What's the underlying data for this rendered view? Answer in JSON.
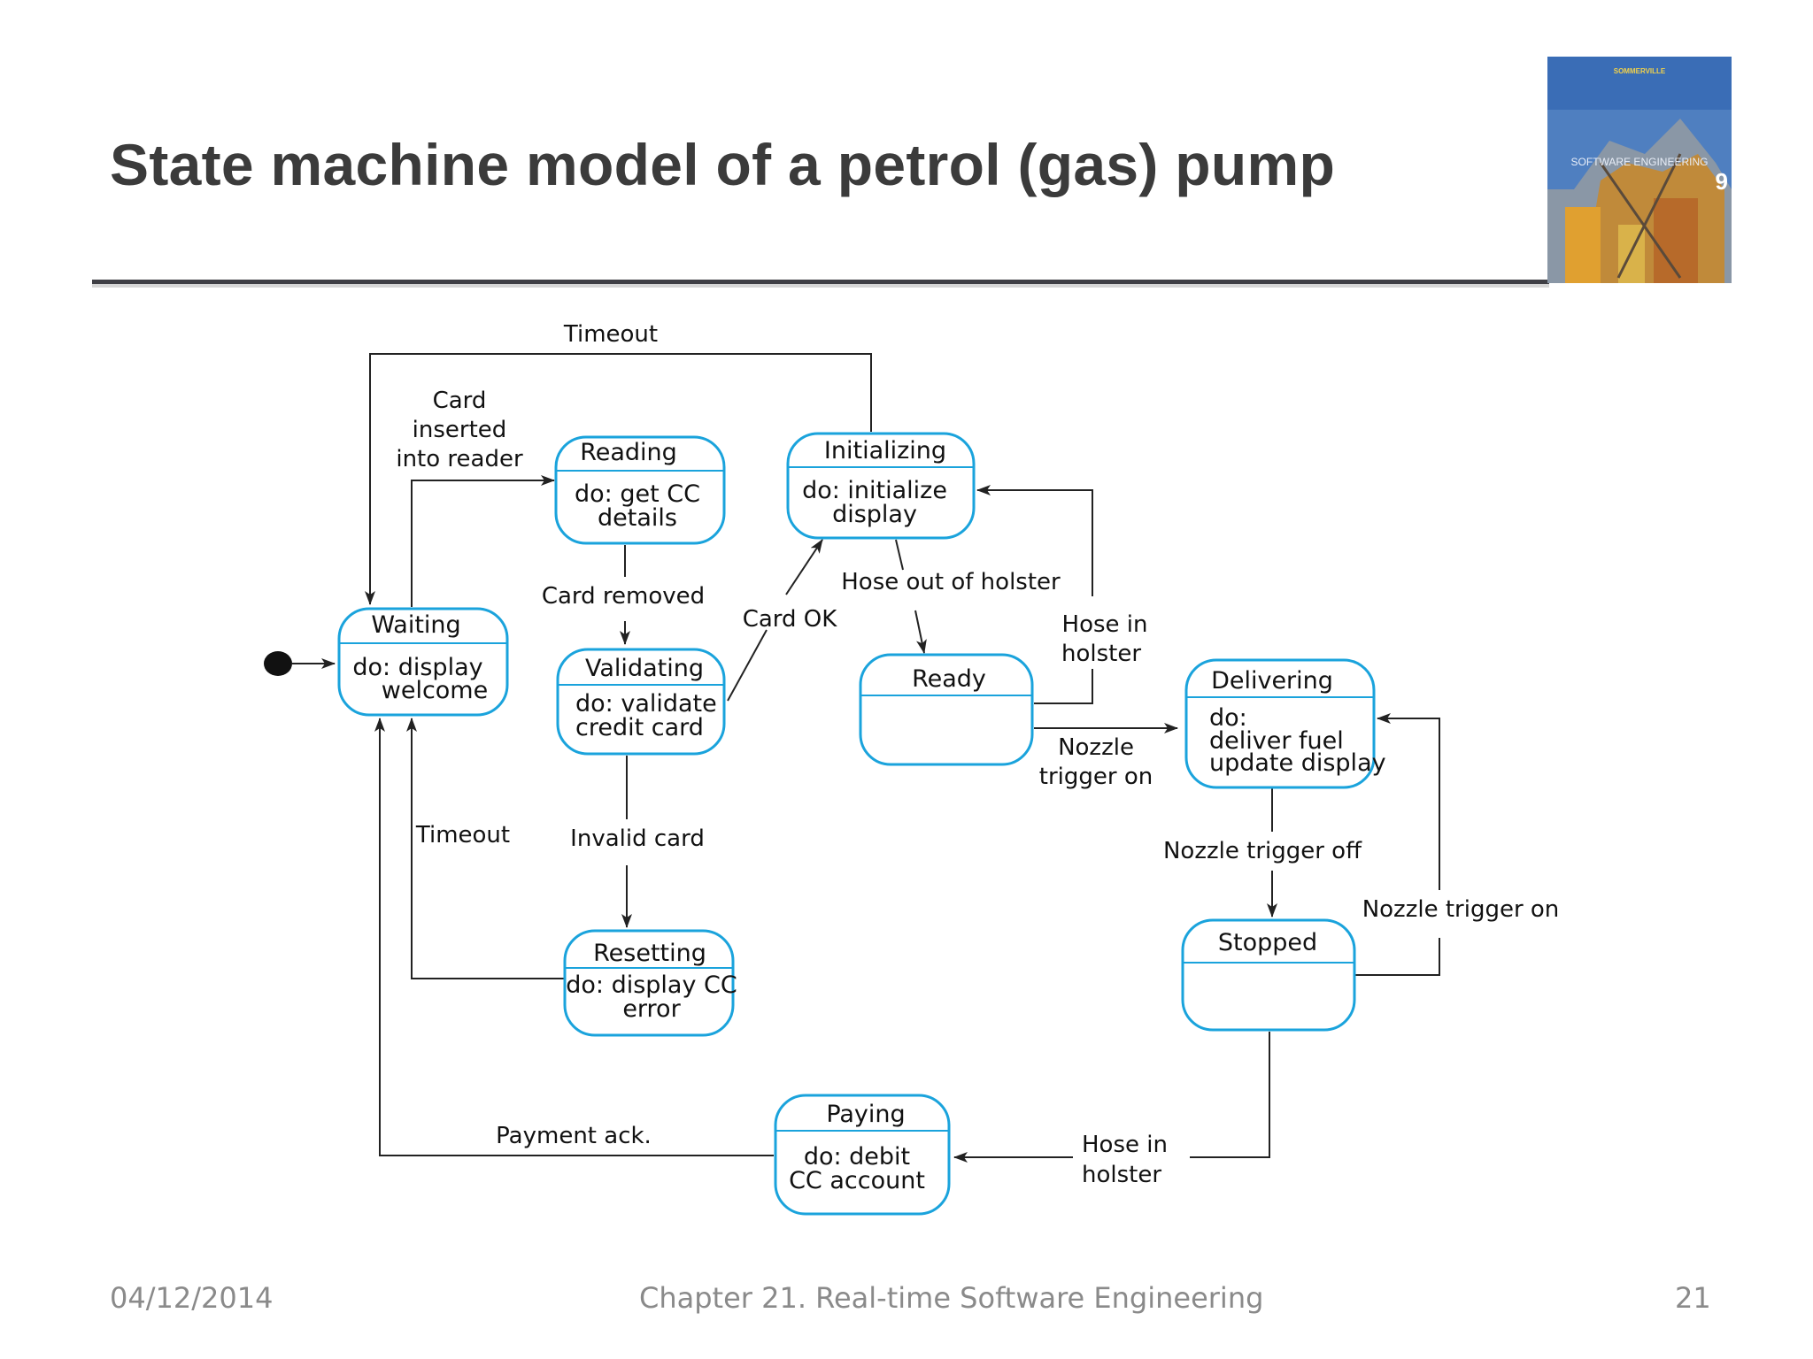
{
  "slide": {
    "title": "State machine model of a petrol (gas) pump"
  },
  "book_cover": {
    "header": "SOMMERVILLE",
    "title": "SOFTWARE ENGINEERING",
    "edition": "9"
  },
  "states": {
    "waiting": {
      "name": "Waiting",
      "action": [
        "do: display",
        "welcome"
      ]
    },
    "reading": {
      "name": "Reading",
      "action": [
        "do: get CC",
        "details"
      ]
    },
    "initializing": {
      "name": "Initializing",
      "action": [
        "do: initialize",
        "display"
      ]
    },
    "validating": {
      "name": "Validating",
      "action": [
        "do: validate",
        "credit card"
      ]
    },
    "ready": {
      "name": "Ready",
      "action": []
    },
    "delivering": {
      "name": "Delivering",
      "action": [
        "do:",
        "deliver fuel",
        "update display"
      ]
    },
    "resetting": {
      "name": "Resetting",
      "action": [
        "do: display CC",
        "error"
      ]
    },
    "stopped": {
      "name": "Stopped",
      "action": []
    },
    "paying": {
      "name": "Paying",
      "action": [
        "do: debit",
        "CC account"
      ]
    }
  },
  "transitions": {
    "timeout_top": "Timeout",
    "card_inserted": [
      "Card",
      "inserted",
      "into reader"
    ],
    "card_removed": "Card removed",
    "card_ok": "Card OK",
    "hose_out": "Hose out of holster",
    "hose_in_upper": [
      "Hose in",
      "holster"
    ],
    "nozzle_on_ready": [
      "Nozzle",
      "trigger on"
    ],
    "timeout_left": "Timeout",
    "invalid_card": "Invalid card",
    "nozzle_off": "Nozzle trigger off",
    "nozzle_on_stopped": "Nozzle trigger on",
    "payment_ack": "Payment ack.",
    "hose_in_lower": [
      "Hose in",
      "holster"
    ]
  },
  "footer": {
    "date": "04/12/2014",
    "chapter": "Chapter 21. Real-time Software Engineering",
    "page": "21"
  },
  "colors": {
    "state_border": "#1aa3dc",
    "line": "#222222",
    "title_text": "#3b3b3b",
    "footer_text": "#8a8a8a"
  }
}
